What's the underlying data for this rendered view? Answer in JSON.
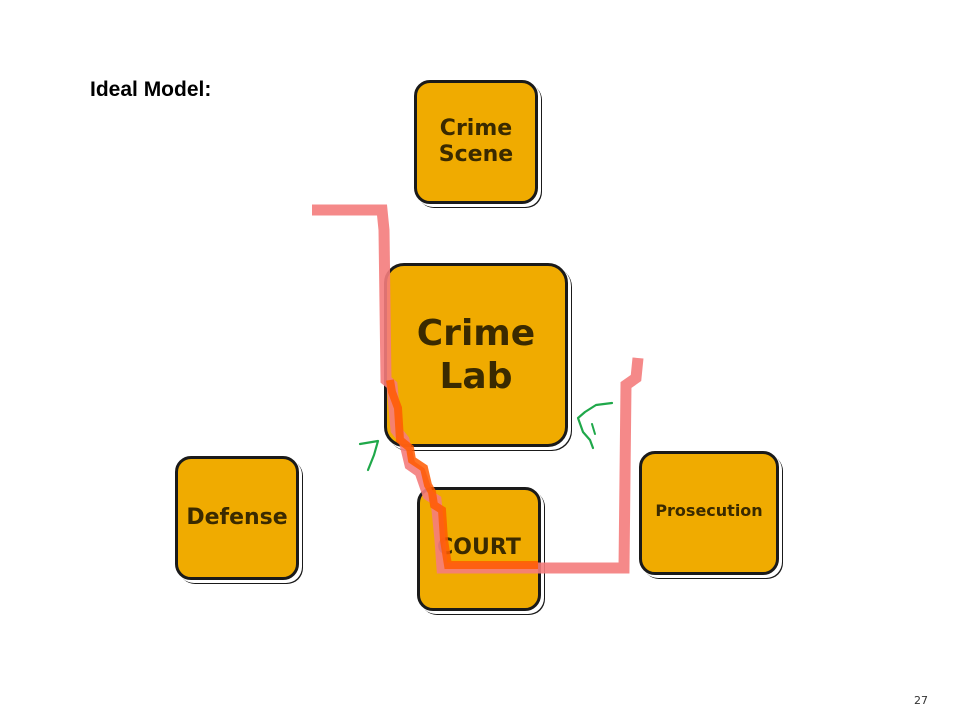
{
  "title": "Ideal Model:",
  "nodes": {
    "crime_scene": "Crime\nScene",
    "crime_lab": "Crime\nLab",
    "defense": "Defense",
    "court": "COURT",
    "prosecution": "Prosecution"
  },
  "page_number": "27",
  "colors": {
    "node_fill": "#f0ab00",
    "node_border": "#1a1a1a",
    "annotation_pink": "#f47c7c",
    "annotation_orange": "#ff5a00",
    "annotation_green": "#1fa84a"
  }
}
